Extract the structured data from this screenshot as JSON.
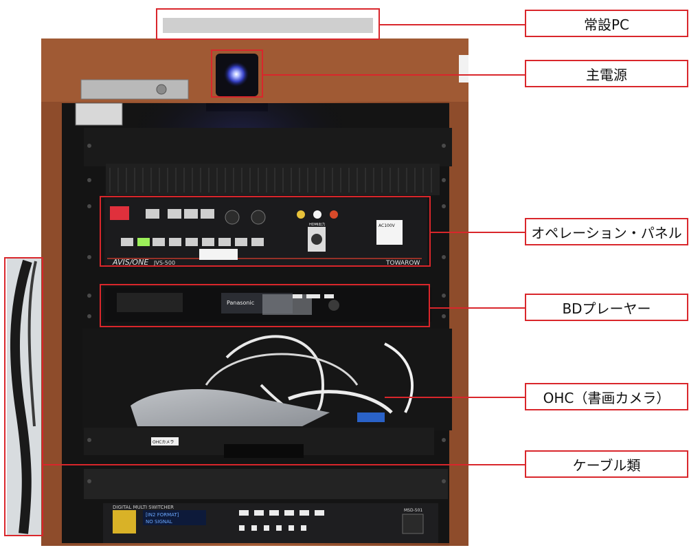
{
  "callouts": {
    "pc": "常設PC",
    "power": "主電源",
    "panel": "オペレーション・パネル",
    "bd": "BDプレーヤー",
    "ohc": "OHC（書画カメラ）",
    "cables": "ケーブル類"
  },
  "rack_labels": {
    "brand_left": "AVIS/ONE",
    "model": "JVS-500",
    "brand_right": "TOWAROW",
    "bd_brand": "Panasonic",
    "ohc_sticker": "OHCカメラ",
    "switcher_name": "DIGITAL MULTI SWITCHER",
    "switcher_display_1": "[IN2 FORMAT]",
    "switcher_display_2": "NO SIGNAL",
    "switcher_model": "MSD-501",
    "ac_label": "AC100V",
    "hdmi_label": "HDMI出力"
  }
}
